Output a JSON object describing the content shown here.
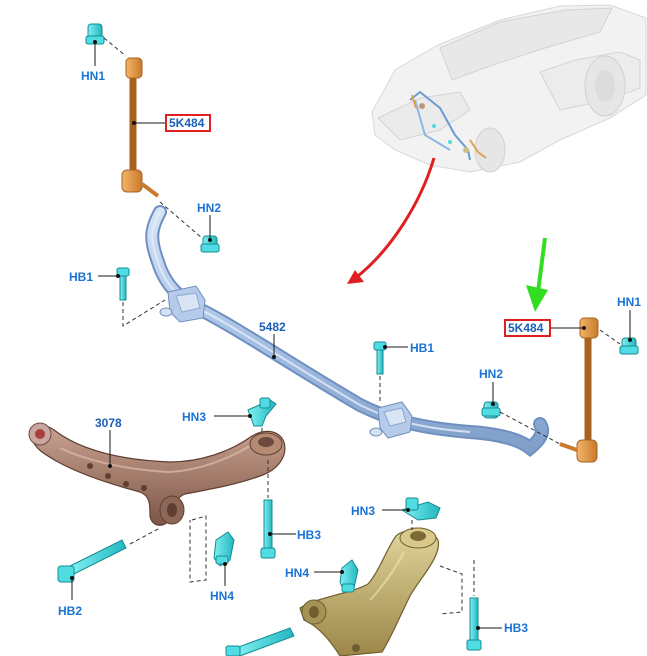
{
  "labels": {
    "hn1_left": "HN1",
    "link_left": "5K484",
    "hn2_left": "HN2",
    "hb1_left": "HB1",
    "bar": "5482",
    "hb1_right": "HB1",
    "hn2_right": "HN2",
    "link_right": "5K484",
    "hn1_right": "HN1",
    "arm": "3078",
    "hn3_left": "HN3",
    "hb3_left": "HB3",
    "hb2": "HB2",
    "hn4_left": "HN4",
    "hn3_right": "HN3",
    "hn4_right": "HN4",
    "hb3_right": "HB3"
  },
  "colors": {
    "label_blue": "#1a73d6",
    "highlight_box": "#e02020",
    "stabilizer_bar": "#a9c3e6",
    "link_orange": "#e0953f",
    "fastener_cyan": "#3ad6dd",
    "control_arm_brown": "#9c7566",
    "control_arm_gold": "#b8a46a",
    "red_arrow": "#e02020",
    "green_arrow": "#33dd22"
  }
}
